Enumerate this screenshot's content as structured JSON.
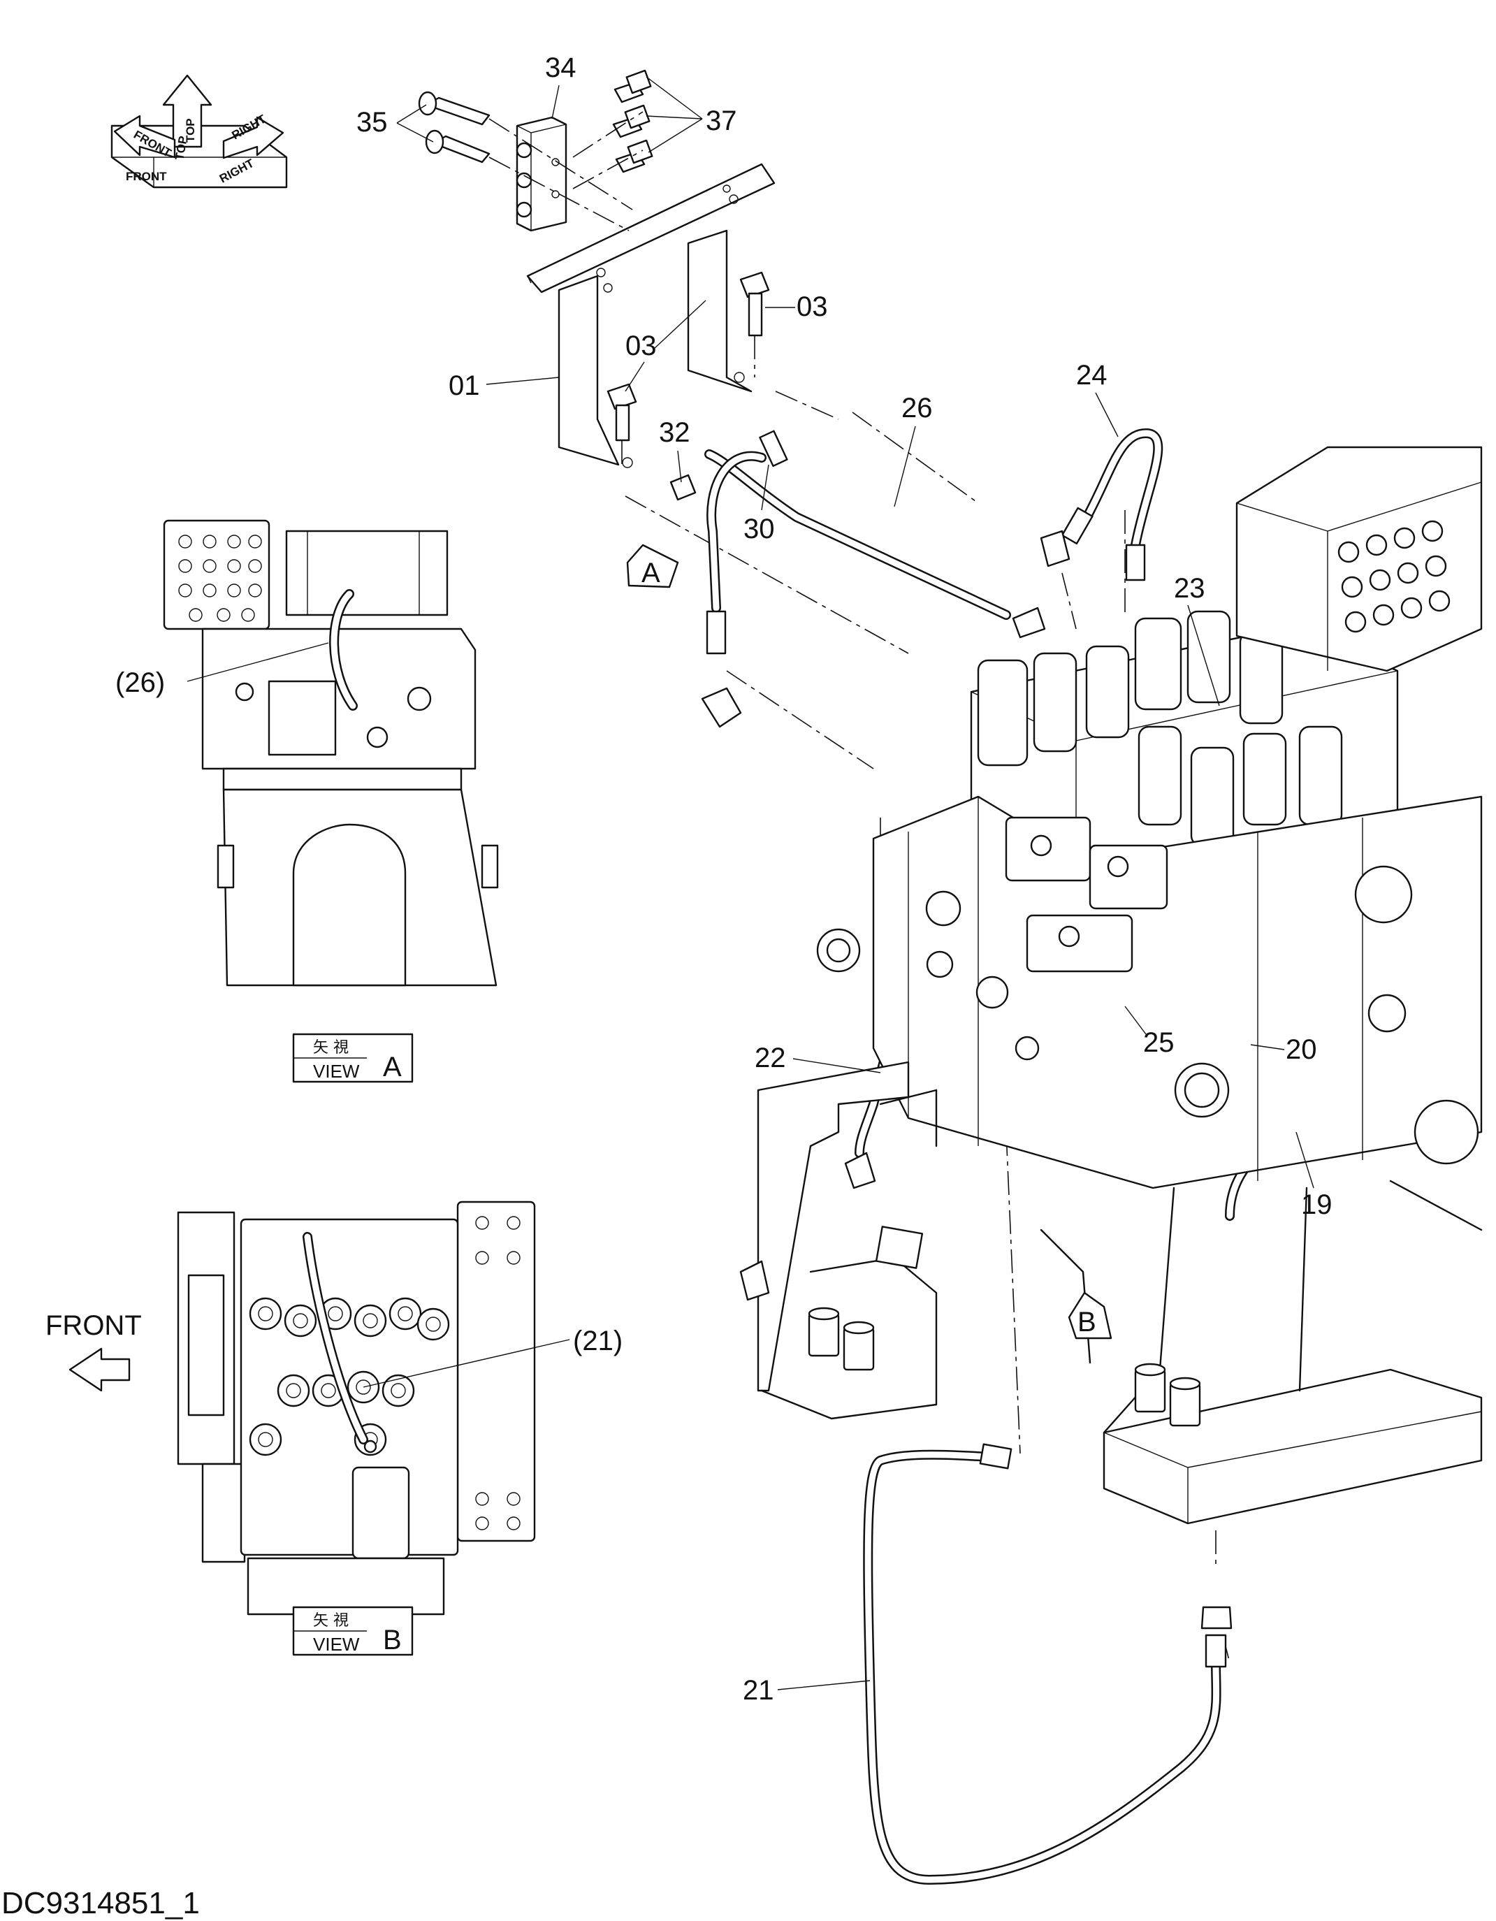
{
  "document_id": "DC9314851_1",
  "orientation_cube": {
    "faces": [
      "FRONT",
      "TOP",
      "RIGHT"
    ],
    "arrows": [
      "FRONT",
      "TOP",
      "RIGHT"
    ]
  },
  "view_a": {
    "jp": "矢 視",
    "en": "VIEW",
    "letter": "A",
    "callouts": [
      "(26)"
    ]
  },
  "view_b": {
    "jp": "矢 視",
    "en": "VIEW",
    "letter": "B",
    "callouts": [
      "(21)"
    ],
    "front_label": "FRONT"
  },
  "view_markers": [
    "A",
    "B"
  ],
  "callouts": [
    "34",
    "35",
    "37",
    "03",
    "03",
    "01",
    "32",
    "30",
    "26",
    "24",
    "23",
    "25",
    "22",
    "20",
    "19",
    "21"
  ]
}
